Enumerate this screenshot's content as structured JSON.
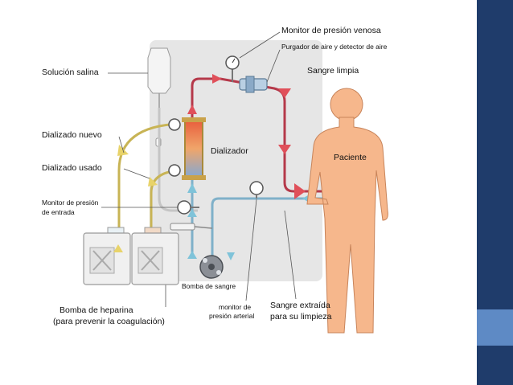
{
  "colors": {
    "slide_bg": "#ffffff",
    "side_dark": "#1f3c6b",
    "side_light": "#5e8ac5",
    "panel": "#e6e6e6",
    "red_line": "#b5394a",
    "blue_line": "#7fb0c9",
    "yellow_line": "#c8b455",
    "patient_skin": "#f6b78c"
  },
  "diagram": {
    "labels": {
      "venous_monitor": "Monitor de presión venosa",
      "air_purger": "Purgador de aire y detector de aire",
      "saline": "Solución salina",
      "clean_blood": "Sangre limpia",
      "new_dialysate": "Dializado nuevo",
      "dialyzer": "Dializador",
      "patient": "Paciente",
      "used_dialysate": "Dializado usado",
      "inlet_monitor_1": "Monitor de presión",
      "inlet_monitor_2": "de entrada",
      "blood_pump": "Bomba de sangre",
      "heparin_pump_1": "Bomba de heparina",
      "heparin_pump_2": "(para prevenir la coagulación)",
      "arterial_monitor_1": "monitor de",
      "arterial_monitor_2": "presión arterial",
      "extracted_blood_1": "Sangre extraída",
      "extracted_blood_2": "para su limpieza"
    }
  }
}
